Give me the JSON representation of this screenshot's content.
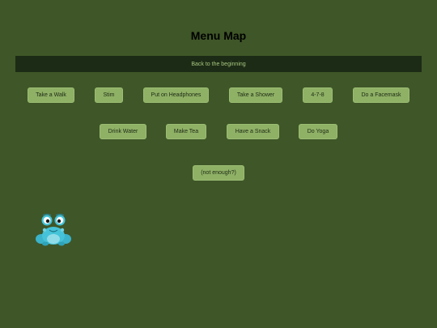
{
  "header": {
    "title": "Menu Map"
  },
  "nav": {
    "back_label": "Back to the beginning"
  },
  "menu": {
    "row1": [
      "Take a Walk",
      "Stim",
      "Put on Headphones",
      "Take a Shower",
      "4-7-8",
      "Do a Facemask"
    ],
    "row2": [
      "Drink Water",
      "Make Tea",
      "Have a Snack",
      "Do Yoga"
    ],
    "row3": [
      "(not enough?)"
    ]
  },
  "colors": {
    "background": "#3f5628",
    "bar": "#1c2b15",
    "button": "#8fb166",
    "bar_text": "#a7c57f"
  },
  "icons": {
    "mascot": "frog-icon"
  }
}
